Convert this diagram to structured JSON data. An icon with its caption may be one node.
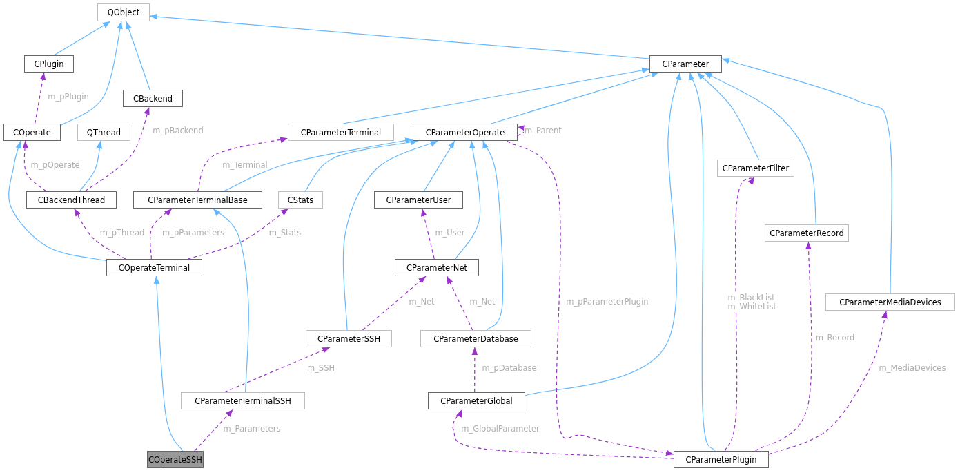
{
  "diagram": {
    "nodes": [
      {
        "text": [
          "QObject"
        ]
      },
      {
        "text": [
          "CPlugin"
        ]
      },
      {
        "text": [
          "CBackend"
        ]
      },
      {
        "text": [
          "COperate"
        ]
      },
      {
        "text": [
          "QThread"
        ]
      },
      {
        "text": [
          "CParameterTerminal"
        ]
      },
      {
        "text": [
          "CParameterOperate"
        ]
      },
      {
        "text": [
          "CParameter"
        ]
      },
      {
        "text": [
          "CBackendThread"
        ]
      },
      {
        "text": [
          "CParameterTerminalBase"
        ]
      },
      {
        "text": [
          "CStats"
        ]
      },
      {
        "text": [
          "CParameterUser"
        ]
      },
      {
        "text": [
          "CParameterFilter"
        ]
      },
      {
        "text": [
          "CParameterRecord"
        ]
      },
      {
        "text": [
          "COperateTerminal"
        ]
      },
      {
        "text": [
          "CParameterNet"
        ]
      },
      {
        "text": [
          "CParameterMediaDevices"
        ]
      },
      {
        "text": [
          "CParameterSSH"
        ]
      },
      {
        "text": [
          "CParameterDatabase"
        ]
      },
      {
        "text": [
          "CParameterTerminalSSH"
        ]
      },
      {
        "text": [
          "CParameterGlobal"
        ]
      },
      {
        "text": [
          "COperateSSH"
        ]
      },
      {
        "text": [
          "CParameterPlugin"
        ]
      }
    ],
    "edges": [
      {
        "from": 1,
        "to": 0,
        "arrow": "to"
      },
      {
        "from": 3,
        "to": 0,
        "arrow": "to"
      },
      {
        "from": 2,
        "to": 0,
        "arrow": "to"
      },
      {
        "from": 7,
        "to": 0,
        "arrow": "to"
      },
      {
        "from": 3,
        "to": 1,
        "arrow": "to",
        "label": "m_pPlugin",
        "style": "dashed",
        "color": "#9a32cd"
      },
      {
        "from": 8,
        "to": 4,
        "arrow": "to"
      },
      {
        "from": 8,
        "to": 3,
        "arrow": "to",
        "label": "m_pOperate",
        "style": "dashed",
        "color": "#9a32cd"
      },
      {
        "from": 8,
        "to": 2,
        "arrow": "to",
        "label": "m_pBackend",
        "style": "dashed",
        "color": "#9a32cd"
      },
      {
        "from": 5,
        "to": 7,
        "arrow": "to"
      },
      {
        "from": 6,
        "to": 7,
        "arrow": "to"
      },
      {
        "from": 6,
        "to": 6,
        "arrow": "to",
        "label": "m_Parent",
        "style": "dashed",
        "color": "#9a32cd"
      },
      {
        "from": 9,
        "to": 6,
        "arrow": "to"
      },
      {
        "from": 9,
        "to": 5,
        "arrow": "to",
        "label": "m_Terminal",
        "style": "dashed",
        "color": "#9a32cd"
      },
      {
        "from": 10,
        "to": 6,
        "arrow": "to"
      },
      {
        "from": 11,
        "to": 6,
        "arrow": "to"
      },
      {
        "from": 15,
        "to": 6,
        "arrow": "to"
      },
      {
        "from": 17,
        "to": 6,
        "arrow": "to"
      },
      {
        "from": 18,
        "to": 6,
        "arrow": "to"
      },
      {
        "from": 15,
        "to": 11,
        "arrow": "to",
        "label": "m_User",
        "style": "dashed",
        "color": "#9a32cd"
      },
      {
        "from": 17,
        "to": 15,
        "arrow": "to",
        "label": "m_Net",
        "style": "dashed",
        "color": "#9a32cd"
      },
      {
        "from": 18,
        "to": 15,
        "arrow": "to",
        "label": "m_Net",
        "style": "dashed",
        "color": "#9a32cd"
      },
      {
        "from": 14,
        "to": 8,
        "arrow": "to",
        "label": "m_pThread",
        "style": "dashed",
        "color": "#9a32cd"
      },
      {
        "from": 14,
        "to": 9,
        "arrow": "to",
        "label": "m_pParameters",
        "style": "dashed",
        "color": "#9a32cd"
      },
      {
        "from": 14,
        "to": 10,
        "arrow": "to",
        "label": "m_Stats",
        "style": "dashed",
        "color": "#9a32cd"
      },
      {
        "from": 14,
        "to": 3,
        "arrow": "to"
      },
      {
        "from": 19,
        "to": 9,
        "arrow": "to"
      },
      {
        "from": 19,
        "to": 17,
        "arrow": "to",
        "label": "m_SSH",
        "style": "dashed",
        "color": "#9a32cd"
      },
      {
        "from": 21,
        "to": 14,
        "arrow": "to"
      },
      {
        "from": 21,
        "to": 19,
        "arrow": "to",
        "label": "m_Parameters",
        "style": "dashed",
        "color": "#9a32cd"
      },
      {
        "from": 20,
        "to": 7,
        "arrow": "to"
      },
      {
        "from": 20,
        "to": 18,
        "arrow": "to",
        "label": "m_pDatabase",
        "style": "dashed",
        "color": "#9a32cd"
      },
      {
        "from": 22,
        "to": 7,
        "arrow": "to"
      },
      {
        "from": 22,
        "to": 20,
        "arrow": "to",
        "label": "m_GlobalParameter",
        "style": "dashed",
        "color": "#9a32cd"
      },
      {
        "from": 6,
        "to": 22,
        "arrow": "to",
        "label": "m_pParameterPlugin",
        "style": "dashed",
        "color": "#9a32cd"
      },
      {
        "from": 22,
        "to": 12,
        "arrow": "to",
        "label": "m_BlackList m_WhiteList",
        "style": "dashed",
        "color": "#9a32cd"
      },
      {
        "from": 22,
        "to": 13,
        "arrow": "to",
        "label": "m_Record",
        "style": "dashed",
        "color": "#9a32cd"
      },
      {
        "from": 22,
        "to": 16,
        "arrow": "to",
        "label": "m_MediaDevices",
        "style": "dashed",
        "color": "#9a32cd"
      },
      {
        "from": 12,
        "to": 7,
        "arrow": "to"
      },
      {
        "from": 13,
        "to": 7,
        "arrow": "to"
      },
      {
        "from": 16,
        "to": 7,
        "arrow": "to"
      }
    ]
  }
}
